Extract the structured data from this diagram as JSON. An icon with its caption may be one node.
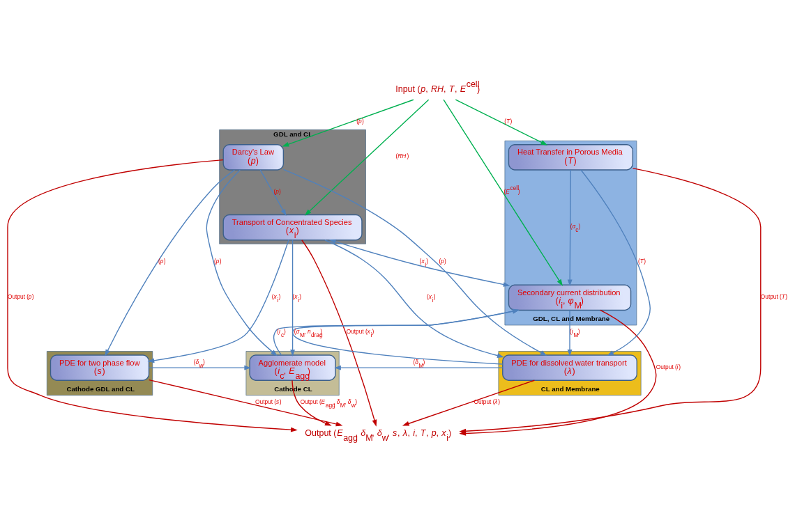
{
  "diagram": {
    "nodes": [
      {
        "text": [
          "Input (*p*, *RH*, *T*, *E*$^{cell}$)"
        ]
      },
      {
        "text": [
          "GDL and CL"
        ]
      },
      {
        "text": [
          "Darcy’s Law",
          "(*p*)"
        ],
        "in": 1
      },
      {
        "text": [
          "Transport of Concentrated Species",
          "(*x*$_{i}$)"
        ],
        "in": 1
      },
      {
        "text": [
          "GDL, CL and Membrane"
        ]
      },
      {
        "text": [
          "Secondary current distribution",
          "(*i*$_{i}$, *φ*$_{M}$)"
        ],
        "in": 4
      },
      {
        "text": [
          "Heat Transfer in Porous Media",
          "(*T*)"
        ],
        "in": 4
      },
      {
        "text": [
          "Cathode GDL and CL"
        ]
      },
      {
        "text": [
          "PDE for two phase flow",
          "(*s*)"
        ],
        "in": 7
      },
      {
        "text": [
          "Cathode CL"
        ]
      },
      {
        "text": [
          "Agglomerate model",
          "(*i*$_{c}$, *E*$_{agg}$)"
        ],
        "in": 9
      },
      {
        "text": [
          "CL and Membrane"
        ]
      },
      {
        "text": [
          "PDE for dissolved water transport",
          "(*λ*)"
        ],
        "in": 11
      },
      {
        "text": [
          "Output (*E*$_{agg}$, *δ*$_{M}$, *δ*$_{w}$, *s*, *λ*, *i*, *T*, *p*, *x*$_{i}$)"
        ]
      }
    ],
    "edges": [
      {
        "from": 0,
        "to": 2,
        "arrow": "to",
        "label": "(*p*)",
        "color": "#00b050"
      },
      {
        "from": 0,
        "to": 3,
        "arrow": "to",
        "label": "(*RH*)",
        "color": "#00b050"
      },
      {
        "from": 0,
        "to": 5,
        "arrow": "to",
        "label": "(*E*$^{cell}$)",
        "color": "#00b050"
      },
      {
        "from": 0,
        "to": 6,
        "arrow": "to",
        "label": "(*T*)",
        "color": "#00b050"
      },
      {
        "from": 2,
        "to": 3,
        "arrow": "to",
        "label": "(*p*)"
      },
      {
        "from": 3,
        "to": 5,
        "arrow": "both",
        "label": "(*x*$_{i}$)"
      },
      {
        "from": 6,
        "to": 5,
        "arrow": "to",
        "label": "(*α*$_{c}$)"
      },
      {
        "from": 2,
        "to": 8,
        "arrow": "to",
        "label": "(*p*)"
      },
      {
        "from": 2,
        "to": 10,
        "arrow": "to",
        "label": "(*p*)"
      },
      {
        "from": 3,
        "to": 8,
        "arrow": "to",
        "label": "(*x*$_{i}$)"
      },
      {
        "from": 2,
        "to": 12,
        "arrow": "to",
        "label": "(*p*)"
      },
      {
        "from": 3,
        "to": 10,
        "arrow": "to",
        "label": "(*x*$_{i}$)"
      },
      {
        "from": 10,
        "to": 5,
        "arrow": "to",
        "label": "(*i*$_{c}$)"
      },
      {
        "from": 3,
        "to": 12,
        "arrow": "to",
        "label": "(*x*$_{i}$)"
      },
      {
        "from": 5,
        "to": 12,
        "arrow": "to",
        "label": "(*i*$_{M}$)"
      },
      {
        "from": 12,
        "to": 5,
        "arrow": "to",
        "label": "(*σ*$_{M}$, *n*$_{drag}$)"
      },
      {
        "from": 6,
        "to": 12,
        "arrow": "to",
        "label": "(*T*)"
      },
      {
        "from": 8,
        "to": 10,
        "arrow": "to",
        "label": "(*δ*$_{w}$)"
      },
      {
        "from": 12,
        "to": 10,
        "arrow": "to",
        "label": "(*δ*$_{M}$)"
      },
      {
        "from": 2,
        "to": 13,
        "arrow": "to",
        "label": "Output (*p*)",
        "color": "#c00000"
      },
      {
        "from": 8,
        "to": 13,
        "arrow": "to",
        "label": "Output (*s*)",
        "color": "#c00000"
      },
      {
        "from": 3,
        "to": 13,
        "arrow": "to",
        "label": "Output (*x*$_{i}$)",
        "color": "#c00000"
      },
      {
        "from": 10,
        "to": 13,
        "arrow": "to",
        "label": "Output (*E*$_{agg}$, *δ*$_{M}$, *δ*$_{w}$)",
        "color": "#c00000"
      },
      {
        "from": 5,
        "to": 13,
        "arrow": "to",
        "label": "Output (*i*)",
        "color": "#c00000"
      },
      {
        "from": 12,
        "to": 13,
        "arrow": "to",
        "label": "Output (*λ*)",
        "color": "#c00000"
      },
      {
        "from": 6,
        "to": 13,
        "arrow": "to",
        "label": "Output (*T*)",
        "color": "#c00000"
      }
    ]
  }
}
